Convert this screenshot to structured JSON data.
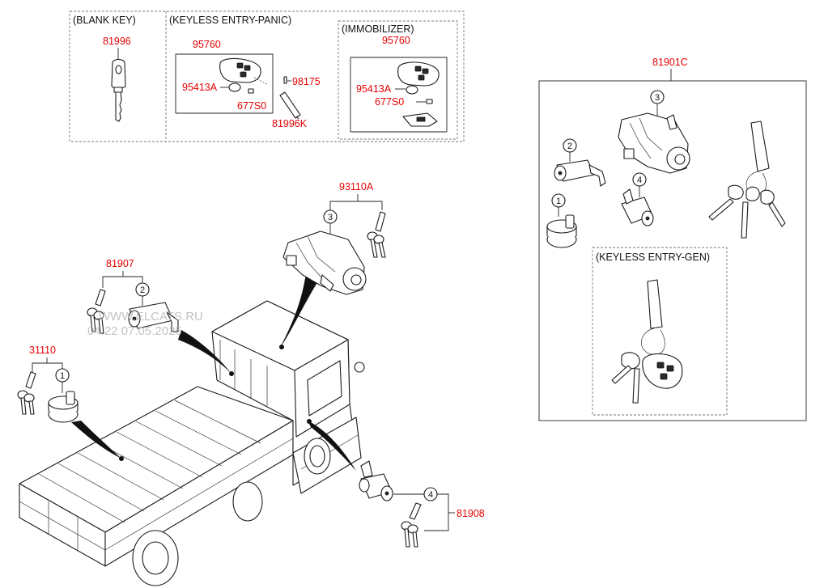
{
  "sections": {
    "blank_key": "(BLANK KEY)",
    "keyless_panic": "(KEYLESS ENTRY-PANIC)",
    "immobilizer": "(IMMOBILIZER)",
    "keyless_gen": "(KEYLESS ENTRY-GEN)"
  },
  "parts": {
    "blank_key": "81996",
    "panic_fob": "95760",
    "panic_battery": "95413A",
    "panic_pin": "98175",
    "panic_cover": "677S0",
    "panic_key": "81996K",
    "immo_fob": "95760",
    "immo_battery": "95413A",
    "immo_cover": "677S0",
    "kit_right": "81901C",
    "ignition_kit": "93110A",
    "door_lock_kit_left": "81907",
    "fuel_cap_kit": "31110",
    "door_lock_kit_right": "81908"
  },
  "callouts": {
    "right_ignition": "3",
    "right_door_lock": "2",
    "right_tail_lock": "4",
    "right_fuel_cap": "1",
    "main_ignition": "3",
    "main_door_lock": "2",
    "main_fuel_cap": "1",
    "main_tail_lock": "4"
  },
  "watermark": {
    "line1": "WWW.ELCATS.RU",
    "line2": "04.22 07.05.2025"
  }
}
